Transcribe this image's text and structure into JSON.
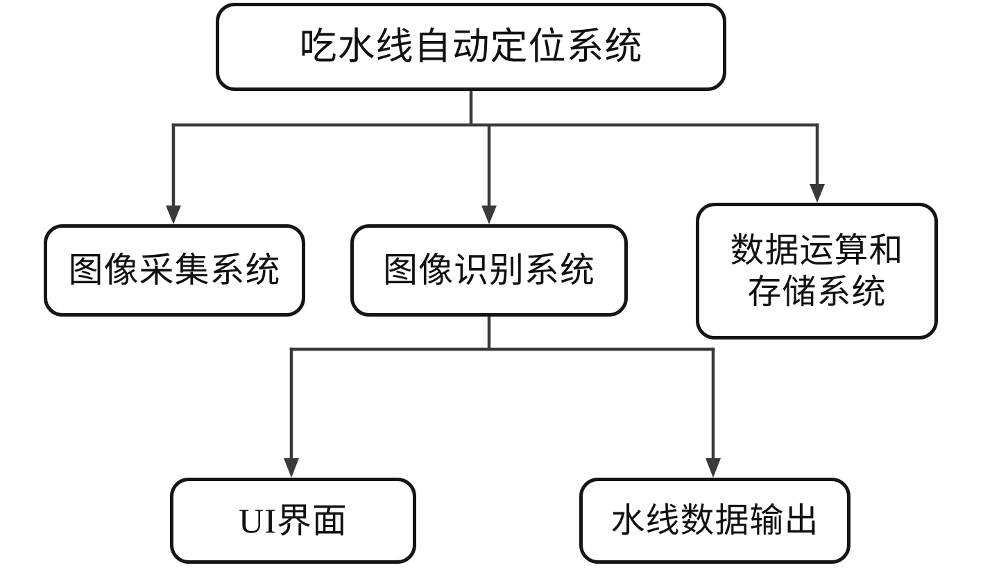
{
  "diagram": {
    "type": "flowchart",
    "nodes": {
      "root": {
        "id": "root",
        "label": "吃水线自动定位系统"
      },
      "capture": {
        "id": "capture",
        "label": "图像采集系统"
      },
      "recognition": {
        "id": "recognition",
        "label": "图像识别系统"
      },
      "storage": {
        "id": "storage",
        "label": "数据运算和\n存储系统"
      },
      "ui": {
        "id": "ui",
        "label": "UI界面"
      },
      "output": {
        "id": "output",
        "label": "水线数据输出"
      }
    },
    "edges": [
      {
        "from": "root",
        "to": "capture",
        "arrow": true
      },
      {
        "from": "root",
        "to": "recognition",
        "arrow": true
      },
      {
        "from": "root",
        "to": "storage",
        "arrow": true
      },
      {
        "from": "recognition",
        "to": "ui",
        "arrow": true
      },
      {
        "from": "recognition",
        "to": "output",
        "arrow": true
      }
    ],
    "colors": {
      "background": "#ffffff",
      "box_border": "#151515",
      "connector": "#3a3a3a",
      "text": "#111111"
    }
  }
}
